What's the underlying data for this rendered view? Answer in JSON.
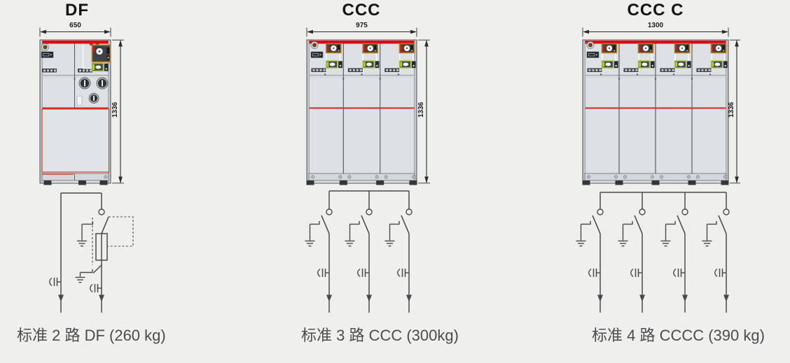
{
  "page": {
    "background": "#efefed"
  },
  "colors": {
    "accent_red": "#e30613",
    "cabinet_body": "#dde1e4",
    "module_orange": "#c07818",
    "module_green": "#a8c832",
    "door_outline_red": "#cc4a28",
    "line": "#4a4a4c"
  },
  "panels": [
    {
      "id": "df",
      "title": "DF",
      "width_label": "650",
      "height_label": "1336",
      "caption": "标准 2 路 DF  (260 kg)",
      "ways": 2,
      "circuit_feeders": [
        "cable",
        "switch-fuse"
      ]
    },
    {
      "id": "ccc",
      "title": "CCC",
      "width_label": "975",
      "height_label": "1336",
      "caption": "标准 3 路 CCC  (300kg)",
      "ways": 3,
      "circuit_feeders": [
        "load-break-switch",
        "load-break-switch",
        "load-break-switch"
      ]
    },
    {
      "id": "cccc",
      "title": "CCC C",
      "width_label": "1300",
      "height_label": "1336",
      "caption": "标准 4 路 CCCC  (390 kg)",
      "ways": 4,
      "circuit_feeders": [
        "load-break-switch",
        "load-break-switch",
        "load-break-switch",
        "load-break-switch"
      ]
    }
  ]
}
